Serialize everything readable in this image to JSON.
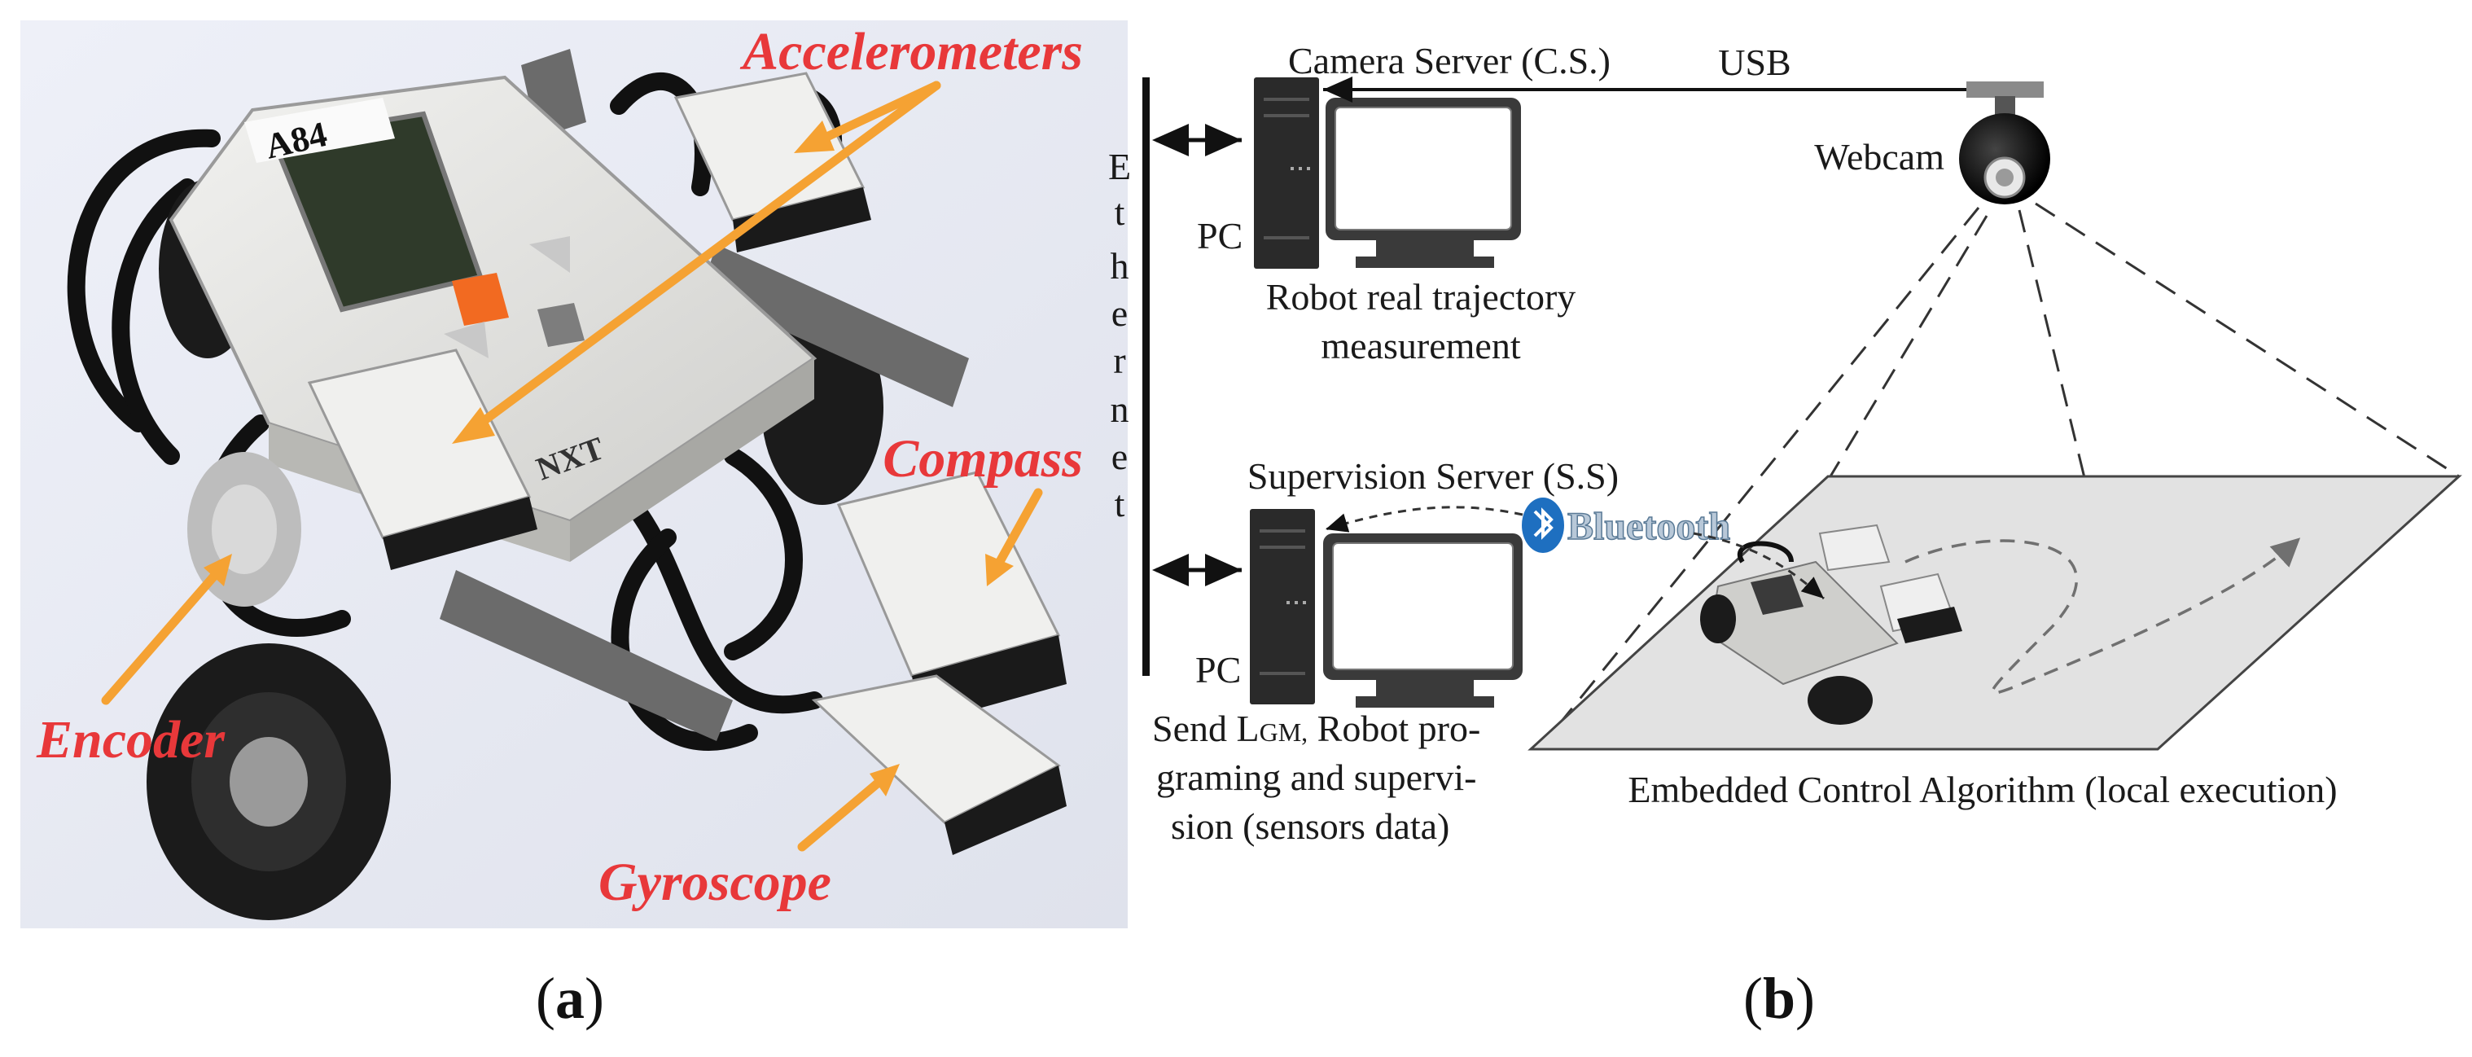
{
  "panel_a": {
    "panel_label_letter": "a",
    "sensor_labels": {
      "accelerometers": "Accelerometers",
      "compass": "Compass",
      "encoder": "Encoder",
      "gyroscope": "Gyroscope"
    },
    "brick_id": "A84",
    "brick_brand": "NXT",
    "label_color": "#e8383a",
    "arrow_color": "#f5a233"
  },
  "panel_b": {
    "panel_label_letter": "b",
    "camera_server_title": "Camera Server (C.S.)",
    "usb_label": "USB",
    "webcam_label": "Webcam",
    "ethernet_letters": [
      "E",
      "t",
      "h",
      "e",
      "r",
      "n",
      "e",
      "t"
    ],
    "pc_label_1": "PC",
    "camera_caption_line1": "Robot real trajectory",
    "camera_caption_line2": "measurement",
    "supervision_server_title": "Supervision Server (S.S)",
    "bluetooth_label": "Bluetooth",
    "pc_label_2": "PC",
    "supervision_caption_line1_pre": "Send L",
    "supervision_caption_line1_sub": "GM,",
    "supervision_caption_line1_post": " Robot pro-",
    "supervision_caption_line2": "graming and supervi-",
    "supervision_caption_line3": "sion (sensors data)",
    "embedded_caption": "Embedded Control Algorithm (local execution)",
    "bluetooth_color": "#1e6fc0"
  }
}
